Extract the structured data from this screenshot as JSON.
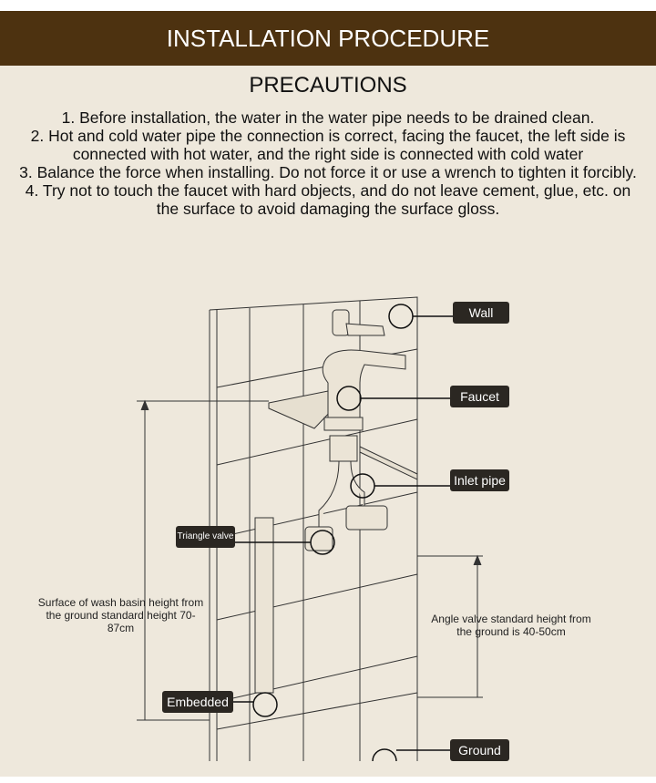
{
  "header": {
    "title": "INSTALLATION PROCEDURE"
  },
  "section": {
    "title": "PRECAUTIONS"
  },
  "precautions": [
    "1. Before installation, the water in the water pipe needs to be drained clean.",
    "2. Hot and cold water pipe the connection is correct, facing the faucet, the left side is connected with hot water, and the right side is connected with cold water",
    "3. Balance the force when installing. Do not force it or use a wrench to tighten it forcibly.",
    "4. Try not to touch the faucet with hard objects, and do not leave cement, glue, etc. on the surface to avoid damaging the surface gloss."
  ],
  "diagram": {
    "labels": {
      "wall": "Wall",
      "faucet": "Faucet",
      "inlet_pipe": "Inlet pipe",
      "triangle_valve": "Triangle valve",
      "embedded": "Embedded",
      "ground": "Ground"
    },
    "basin_height_note": "Surface of wash basin height from the ground standard height 70-87cm",
    "angle_valve_note": "Angle valve standard height from the ground is 40-50cm"
  }
}
